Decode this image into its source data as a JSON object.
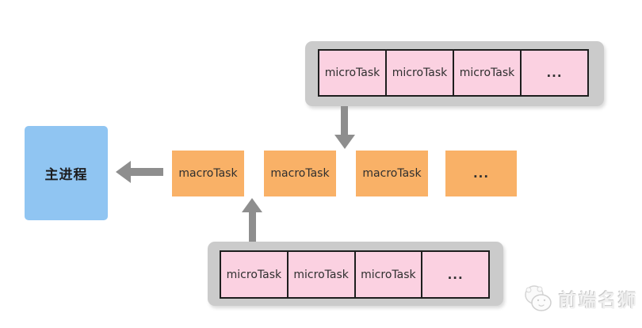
{
  "main_process": {
    "label": "主进程"
  },
  "macro_row": {
    "cells": [
      "macroTask",
      "macroTask",
      "macroTask",
      "..."
    ]
  },
  "top_micro_queue": {
    "cells": [
      "microTask",
      "microTask",
      "microTask",
      "..."
    ]
  },
  "bottom_micro_queue": {
    "cells": [
      "microTask",
      "microTask",
      "microTask",
      "..."
    ]
  },
  "watermark": {
    "label": "前端名狮",
    "icon": "lion-icon"
  },
  "colors": {
    "micro_pink": "#fbd1e1",
    "macro_orange": "#f9b167",
    "process_blue": "#90c5f2",
    "queue_gray": "#cbcbcb",
    "arrow_gray": "#8e8e8e",
    "cell_border": "#1e1e1e",
    "watermark_gray": "#dcdcdc"
  }
}
